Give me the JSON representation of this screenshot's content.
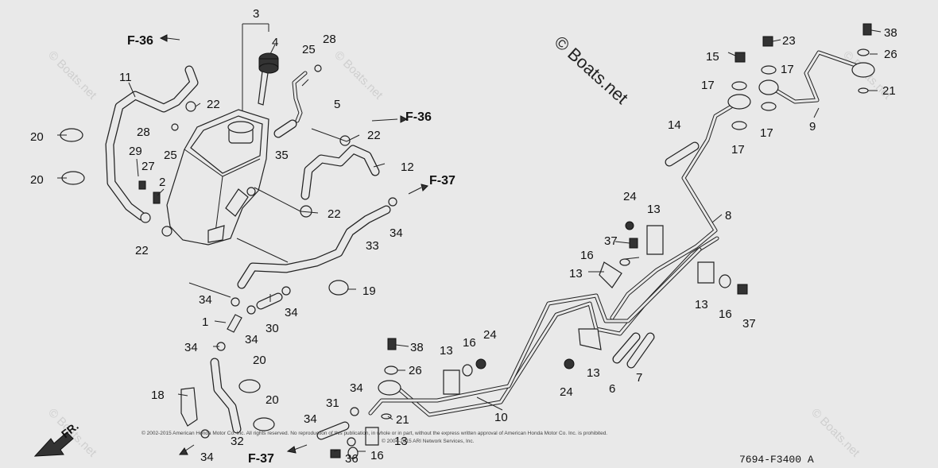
{
  "watermark": "© Boats.net",
  "watermark_faint": "© Boats.net",
  "drawing_code": "7694-F3400 A",
  "front_marker": "FR.",
  "copyright_line_1": "© 2002-2015 American Honda Motor Co. Inc. All rights reserved. No reproduction of this publication, in whole or in part, without the express written approval of American Honda Motor Co. Inc. is prohibited.",
  "copyright_line_2": "© 2004-2015 ARI Network Services, Inc.",
  "refs": {
    "f36_top": "F-36",
    "f36_mid": "F-36",
    "f37_mid": "F-37",
    "f37_bottom": "F-37"
  },
  "callouts": {
    "c1": "1",
    "c2": "2",
    "c3": "3",
    "c4": "4",
    "c5": "5",
    "c6": "6",
    "c7": "7",
    "c8": "8",
    "c9": "9",
    "c10": "10",
    "c11": "11",
    "c12": "12",
    "c13a": "13",
    "c13b": "13",
    "c13c": "13",
    "c13d": "13",
    "c13e": "13",
    "c13f": "13",
    "c14": "14",
    "c15": "15",
    "c16a": "16",
    "c16b": "16",
    "c16c": "16",
    "c16d": "16",
    "c17a": "17",
    "c17b": "17",
    "c17c": "17",
    "c17d": "17",
    "c18": "18",
    "c19": "19",
    "c20a": "20",
    "c20b": "20",
    "c20c": "20",
    "c20d": "20",
    "c21a": "21",
    "c21b": "21",
    "c22a": "22",
    "c22b": "22",
    "c22c": "22",
    "c22d": "22",
    "c23": "23",
    "c24a": "24",
    "c24b": "24",
    "c24c": "24",
    "c25a": "25",
    "c25b": "25",
    "c26a": "26",
    "c26b": "26",
    "c27": "27",
    "c28a": "28",
    "c28b": "28",
    "c29": "29",
    "c30": "30",
    "c31": "31",
    "c32": "32",
    "c33": "33",
    "c34a": "34",
    "c34b": "34",
    "c34c": "34",
    "c34d": "34",
    "c34e": "34",
    "c34f": "34",
    "c34g": "34",
    "c34h": "34",
    "c35": "35",
    "c36": "36",
    "c37a": "37",
    "c37b": "37",
    "c38a": "38",
    "c38b": "38"
  }
}
